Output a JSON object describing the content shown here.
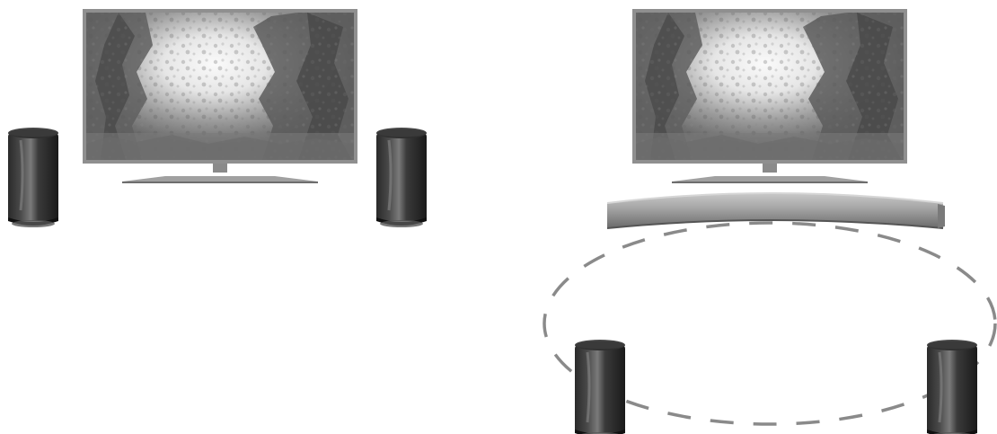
{
  "figure": {
    "panels": [
      {
        "id": "left",
        "contents": [
          "tv-screen",
          "tv-stand",
          "speaker-left",
          "speaker-right"
        ]
      },
      {
        "id": "right",
        "contents": [
          "tv-screen",
          "tv-stand",
          "curved-soundbar",
          "speaker-left",
          "speaker-right",
          "dashed-connection-ellipse"
        ]
      }
    ],
    "palette": {
      "background": "#ffffff",
      "bezel": "#8a8a8a",
      "screen_dark": "#5c5c5c",
      "screen_light": "#f2f2f2",
      "speaker_body": "#1f1f1f",
      "speaker_highlight": "#6e6e6e",
      "soundbar": "#9a9a9a",
      "dash": "#8a8a8a"
    }
  }
}
